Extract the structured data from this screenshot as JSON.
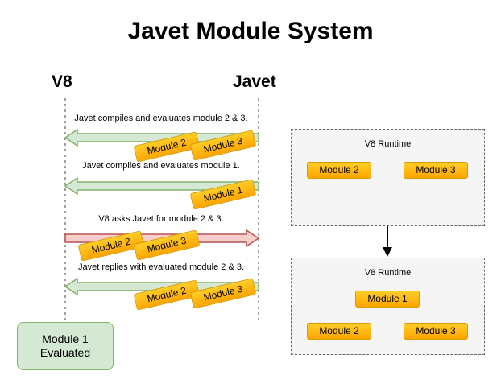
{
  "title": "Javet Module System",
  "lanes": {
    "left": "V8",
    "right": "Javet"
  },
  "messages": [
    {
      "text": "Javet compiles and evaluates module 2 & 3.",
      "direction": "to-v8",
      "color": "green",
      "modules": [
        "Module 2",
        "Module 3"
      ]
    },
    {
      "text": "Javet compiles and evaluates module 1.",
      "direction": "to-v8",
      "color": "green",
      "modules": [
        "Module 1"
      ]
    },
    {
      "text": "V8 asks Javet for module 2 & 3.",
      "direction": "to-javet",
      "color": "red",
      "modules": [
        "Module 2",
        "Module 3"
      ]
    },
    {
      "text": "Javet replies with evaluated module 2 & 3.",
      "direction": "to-v8",
      "color": "green",
      "modules": [
        "Module 2",
        "Module 3"
      ]
    }
  ],
  "runtime_top": {
    "label": "V8 Runtime",
    "modules": [
      "Module 2",
      "Module 3"
    ]
  },
  "runtime_bottom": {
    "label": "V8 Runtime",
    "root": "Module 1",
    "children": [
      "Module 2",
      "Module 3"
    ]
  },
  "evaluated_box": {
    "line1": "Module 1",
    "line2": "Evaluated"
  },
  "colors": {
    "green_fill": "#d5e8d4",
    "green_stroke": "#82b366",
    "red_fill": "#f8cecc",
    "red_stroke": "#b85450",
    "module_fill": "#ffcd28",
    "module_stroke": "#d79b00",
    "runtime_fill": "#f5f5f5",
    "lifeline": "#a0a0a0"
  }
}
